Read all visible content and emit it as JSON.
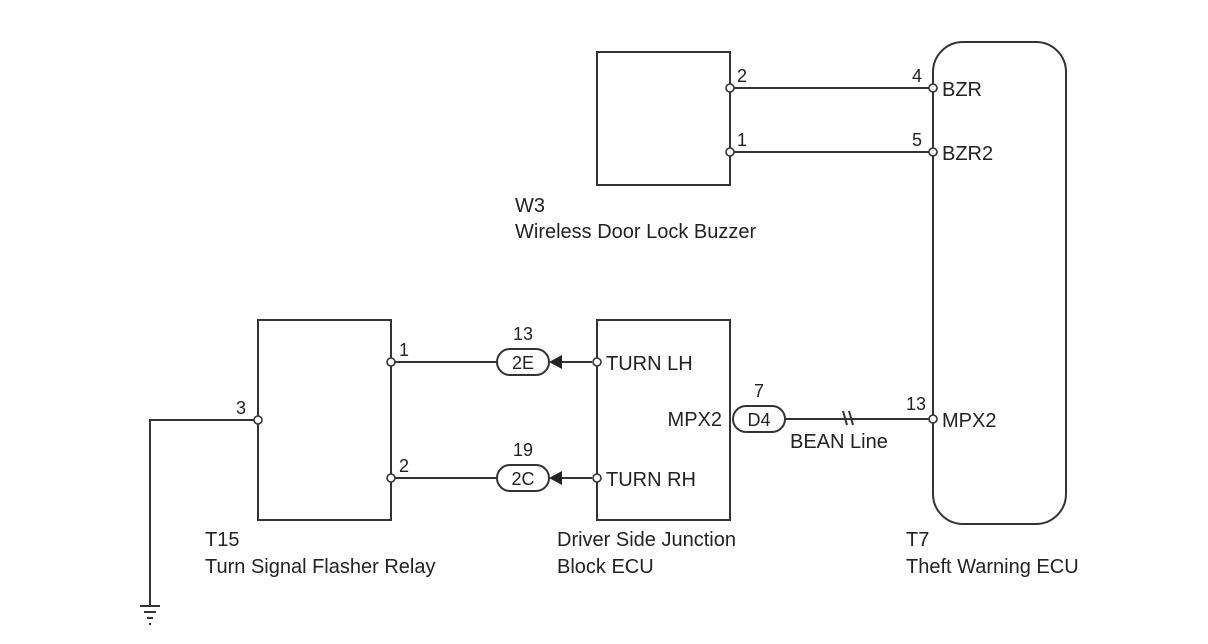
{
  "components": {
    "w3": {
      "code": "W3",
      "name": "Wireless Door Lock Buzzer",
      "pins": {
        "p2": "2",
        "p1": "1"
      }
    },
    "t7": {
      "code": "T7",
      "name": "Theft Warning ECU",
      "pins": {
        "bzr": "BZR",
        "bzr_no": "4",
        "bzr2": "BZR2",
        "bzr2_no": "5",
        "mpx2": "MPX2",
        "mpx2_no": "13"
      }
    },
    "t15": {
      "code": "T15",
      "name": "Turn Signal Flasher Relay",
      "pins": {
        "p1": "1",
        "p2": "2",
        "p3": "3"
      }
    },
    "jb": {
      "name_line1": "Driver Side Junction",
      "name_line2": "Block ECU",
      "pins": {
        "turn_lh": "TURN LH",
        "turn_rh": "TURN RH",
        "mpx2": "MPX2"
      }
    }
  },
  "connectors": {
    "c2e": {
      "label": "2E",
      "pin": "13"
    },
    "c2c": {
      "label": "2C",
      "pin": "19"
    },
    "cd4": {
      "label": "D4",
      "pin": "7"
    }
  },
  "bus": {
    "label": "BEAN Line"
  },
  "colors": {
    "line": "#333333",
    "text": "#222222",
    "background": "#ffffff"
  }
}
